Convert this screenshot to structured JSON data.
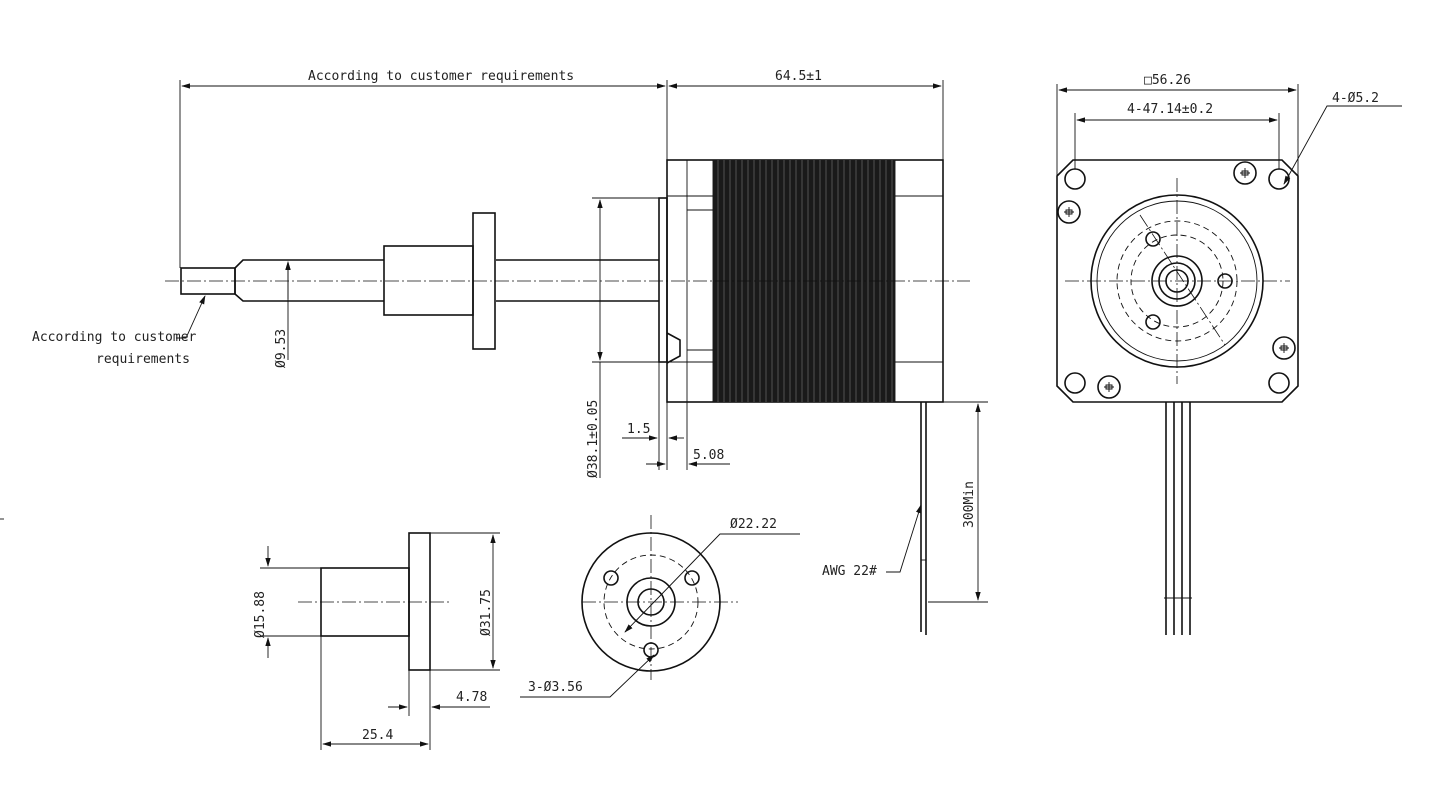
{
  "labels": {
    "shaft_length": "According to customer requirements",
    "motor_length": "64.5±1",
    "shaft_end_line1": "According to customer",
    "shaft_end_line2": "requirements",
    "shaft_dia": "Ø9.53",
    "boss_dia": "Ø38.1±0.05",
    "boss_height": "1.5",
    "flange_thickness": "5.08",
    "lead_length": "300Min",
    "wire_gauge": "AWG 22#",
    "square_size": "□56.26",
    "hole_spacing": "4-47.14±0.2",
    "mount_holes": "4-Ø5.2",
    "nut_body_dia": "Ø15.88",
    "nut_flange_dia": "Ø31.75",
    "nut_flange_thk": "4.78",
    "nut_length": "25.4",
    "nut_pcd": "Ø22.22",
    "nut_holes": "3-Ø3.56"
  }
}
